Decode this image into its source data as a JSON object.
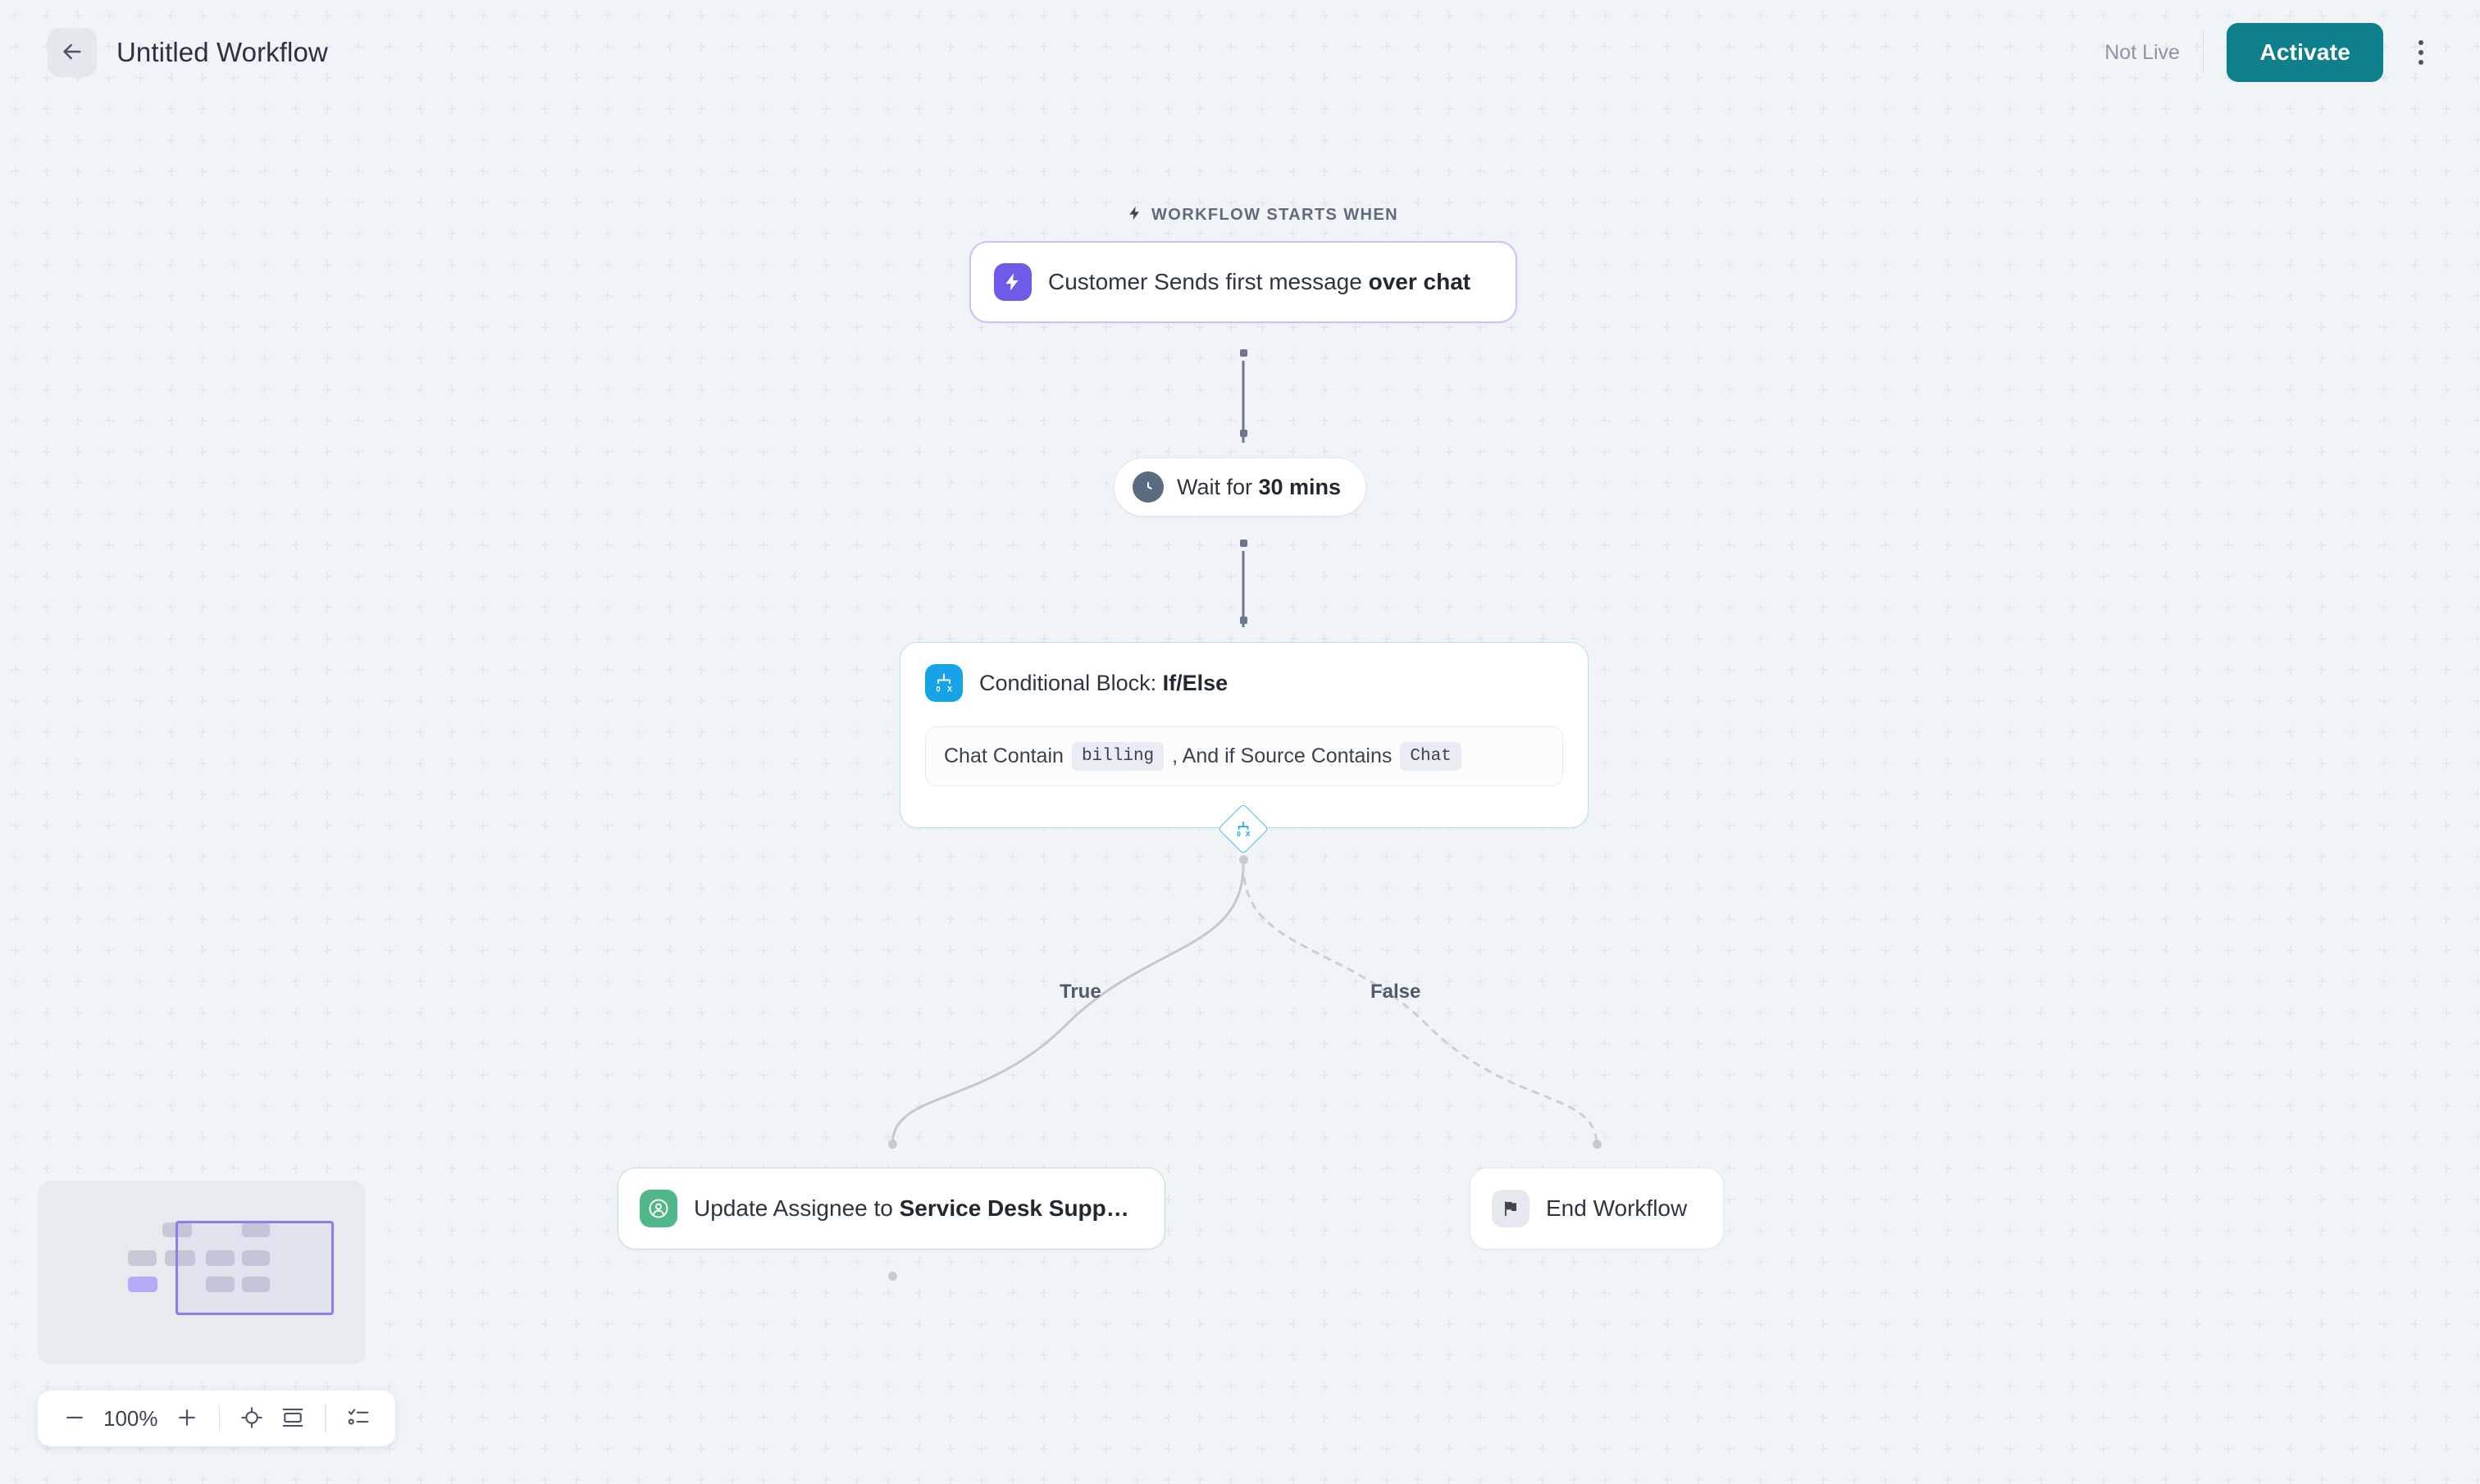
{
  "header": {
    "back_icon": "arrow-left-icon",
    "title": "Untitled Workflow",
    "status": "Not Live",
    "activate_label": "Activate",
    "menu_icon": "kebab-menu-icon"
  },
  "canvas": {
    "trigger_section_label": "WORKFLOW STARTS WHEN",
    "trigger_section_icon": "lightning-bolt-icon",
    "nodes": {
      "trigger": {
        "icon": "lightning-bolt-icon",
        "text_plain": "Customer Sends first message ",
        "text_bold": "over chat"
      },
      "wait": {
        "icon": "clock-icon",
        "text_plain": "Wait for ",
        "text_bold": "30 mins"
      },
      "conditional": {
        "icon": "branch-split-icon",
        "title_plain": "Conditional Block: ",
        "title_bold": "If/Else",
        "condition": {
          "part1": "Chat Contain",
          "token1": "billing",
          "part2": ", And if Source Contains",
          "token2": "Chat"
        },
        "branch_handle_icon": "branch-split-icon"
      },
      "assignee": {
        "icon": "user-circle-icon",
        "text_plain": "Update Assignee to ",
        "text_bold": "Service Desk Supp…"
      },
      "end": {
        "icon": "flag-icon",
        "text_plain": "End Workflow"
      }
    },
    "edges": {
      "true_label": "True",
      "false_label": "False"
    }
  },
  "minimap": {
    "name": "canvas-minimap"
  },
  "toolbar": {
    "zoom_out_icon": "minus-icon",
    "zoom_level": "100%",
    "zoom_in_icon": "plus-icon",
    "fit_view_icon": "crosshair-target-icon",
    "fit_height_icon": "fit-screen-icon",
    "checklist_icon": "checklist-icon"
  },
  "colors": {
    "accent_teal": "#0e7f8c",
    "trigger_purple": "#6c5ce7",
    "conditional_blue": "#17a3e8",
    "assignee_green": "#52b788",
    "minimap_viewport": "#8b7cf0"
  }
}
